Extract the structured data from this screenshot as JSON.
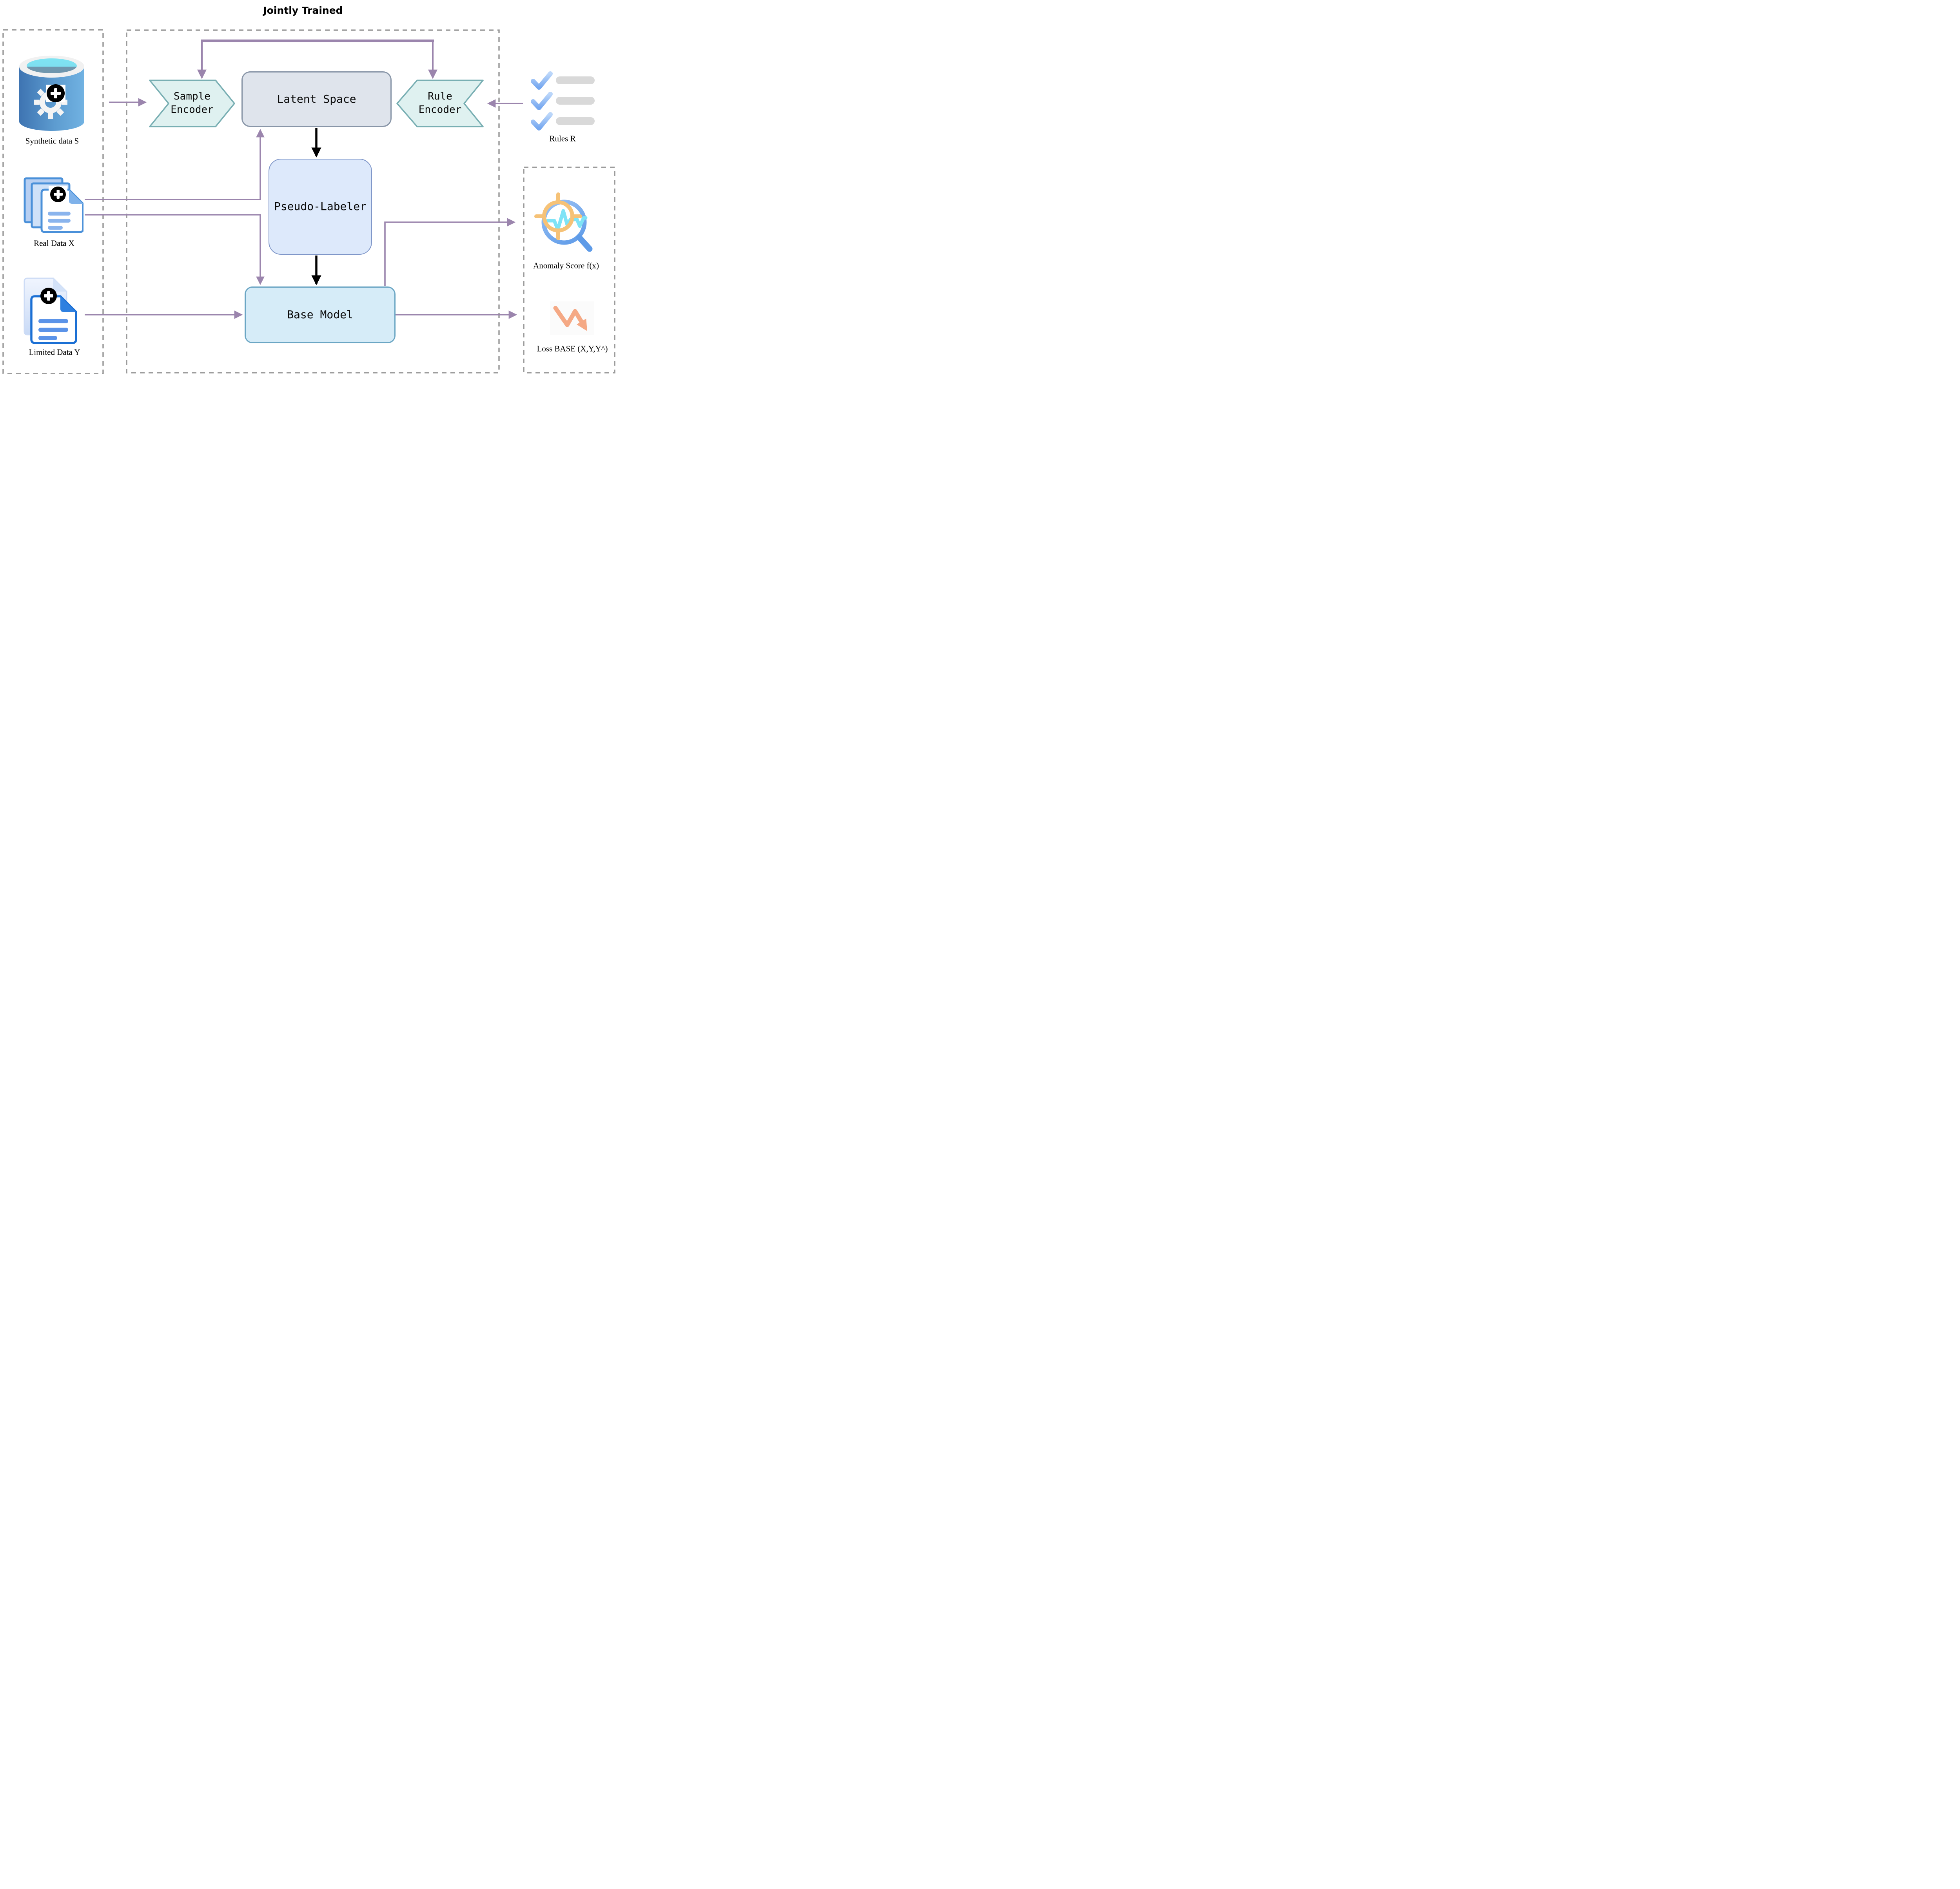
{
  "title": "Jointly Trained",
  "left_panel": {
    "items": [
      {
        "id": "synthetic-data",
        "label": "Synthetic data S",
        "icon": "database-gear-plus-icon"
      },
      {
        "id": "real-data",
        "label": "Real Data X",
        "icon": "document-stack-plus-icon"
      },
      {
        "id": "limited-data",
        "label": "Limited Data Y",
        "icon": "document-pair-plus-icon"
      }
    ]
  },
  "pipeline": {
    "sample_encoder": {
      "label": "Sample Encoder",
      "shape": "chevron-right"
    },
    "latent_space": {
      "label": "Latent Space",
      "shape": "rounded-rect"
    },
    "rule_encoder": {
      "label": "Rule Encoder",
      "shape": "chevron-left"
    },
    "pseudo_labeler": {
      "label": "Pseudo-Labeler",
      "shape": "rounded-rect"
    },
    "base_model": {
      "label": "Base Model",
      "shape": "rounded-rect"
    }
  },
  "rules": {
    "label": "Rules R",
    "icon": "checklist-icon",
    "item_count": 3
  },
  "outputs": {
    "anomaly": {
      "label": "Anomaly Score f(x)",
      "icon": "anomaly-magnifier-icon"
    },
    "loss": {
      "label": "Loss BASE (X,Y,Y^)",
      "icon": "downtrend-arrow-icon"
    }
  },
  "edges": [
    {
      "from": "synthetic-data-s",
      "to": "sample-encoder",
      "color": "purple"
    },
    {
      "from": "sample-encoder",
      "to": "rule-encoder",
      "style": "joint-training-bracket-with-down-arrows",
      "color": "purple"
    },
    {
      "from": "rules-r",
      "to": "rule-encoder",
      "color": "purple"
    },
    {
      "from": "real-data-x",
      "to": "latent-space",
      "color": "purple"
    },
    {
      "from": "real-data-x",
      "to": "base-model",
      "color": "purple"
    },
    {
      "from": "limited-data-y",
      "to": "base-model",
      "color": "purple"
    },
    {
      "from": "latent-space",
      "to": "pseudo-labeler",
      "color": "black"
    },
    {
      "from": "pseudo-labeler",
      "to": "base-model",
      "color": "black"
    },
    {
      "from": "base-model",
      "to": "anomaly-score",
      "color": "purple"
    },
    {
      "from": "base-model",
      "to": "loss-base",
      "color": "purple"
    }
  ],
  "colors": {
    "arrow_purple": "#9b85ad",
    "arrow_black": "#000000",
    "encoder_fill": "#dff1f0",
    "encoder_stroke": "#79afb3",
    "latent_fill": "#dfe4ec",
    "latent_stroke": "#8996a8",
    "pseudo_fill": "#dde9fb",
    "pseudo_stroke": "#8097c9",
    "base_fill": "#d6ecf8",
    "base_stroke": "#6ba6c4",
    "dashed_border": "#9c9c9c",
    "doc_blue": "#4a90d9",
    "doc_dark_blue": "#1a6fd4",
    "check_blue": "#93bdf5",
    "bar_gray": "#d9d9d9",
    "magnifier_blue": "#84b4f0",
    "target_orange": "#f6c277",
    "pulse_cyan": "#7fe3f6",
    "loss_salmon": "#f5a985",
    "db_blue": "#4f8cc7",
    "db_cyan": "#7ee4f2"
  }
}
